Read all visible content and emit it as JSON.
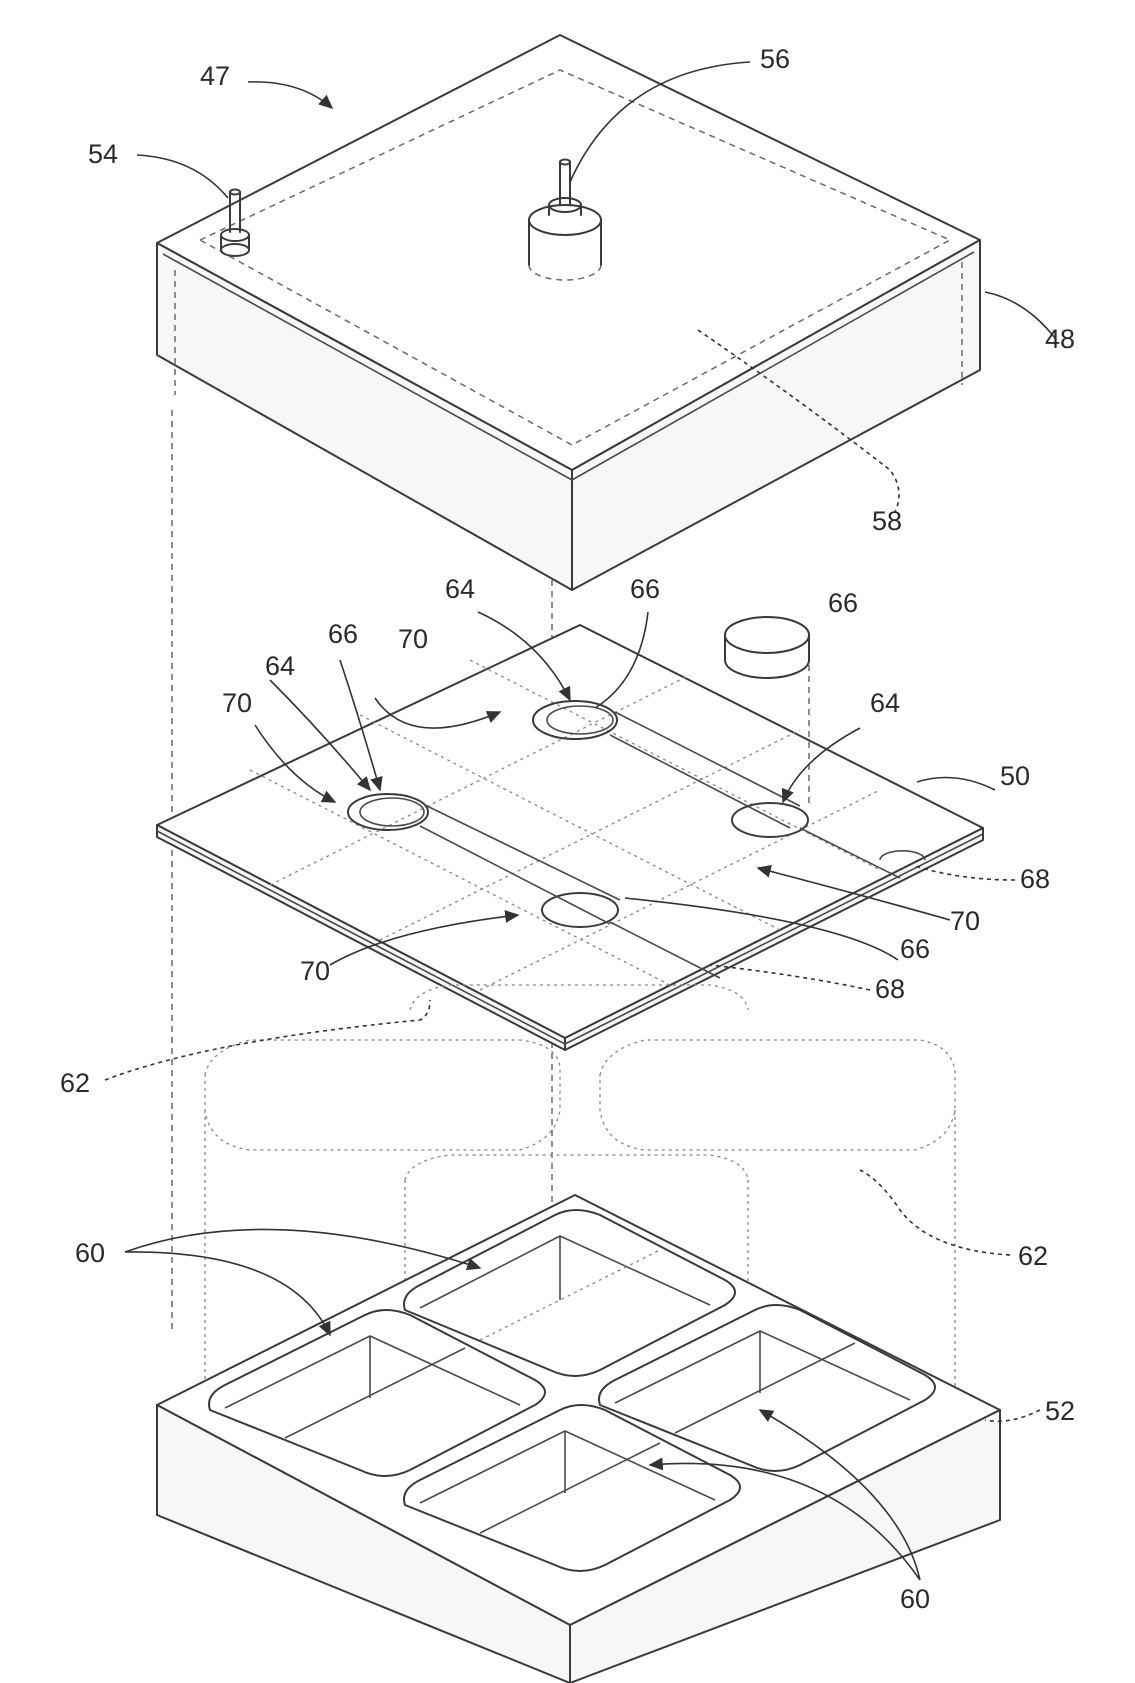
{
  "colors": {
    "line": "#3a3a3a",
    "background": "#ffffff"
  },
  "labels": {
    "r47": "47",
    "r54": "54",
    "r56": "56",
    "r48": "48",
    "r58": "58",
    "r64a": "64",
    "r66a": "66",
    "r66b": "66",
    "r64b": "64",
    "r66c": "66",
    "r70a": "70",
    "r70b": "70",
    "r64c": "64",
    "r50": "50",
    "r68a": "68",
    "r70c": "70",
    "r66d": "66",
    "r70d": "70",
    "r68b": "68",
    "r62a": "62",
    "r62b": "62",
    "r60a": "60",
    "r52": "52",
    "r60b": "60"
  }
}
